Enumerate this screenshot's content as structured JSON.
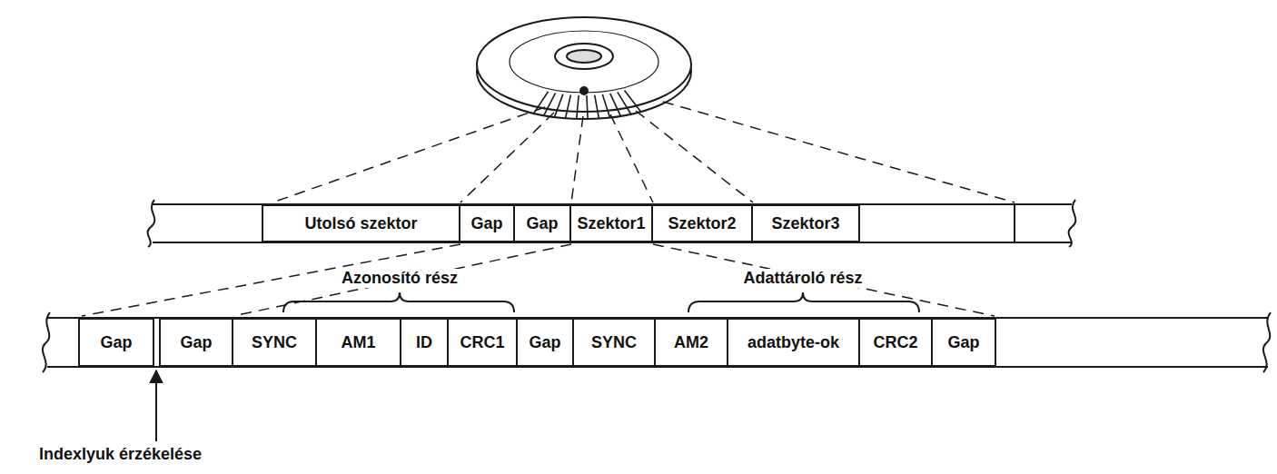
{
  "diagram": {
    "nodes": [
      {
        "text": [
          "Utolsó szektor"
        ]
      },
      {
        "text": [
          "Gap"
        ]
      },
      {
        "text": [
          "Gap"
        ]
      },
      {
        "text": [
          "Szektor1"
        ]
      },
      {
        "text": [
          "Szektor2"
        ]
      },
      {
        "text": [
          "Szektor3"
        ]
      },
      {
        "text": [
          "Gap"
        ]
      },
      {
        "text": [
          "Gap"
        ]
      },
      {
        "text": [
          "SYNC"
        ]
      },
      {
        "text": [
          "AM1"
        ]
      },
      {
        "text": [
          "ID"
        ]
      },
      {
        "text": [
          "CRC1"
        ]
      },
      {
        "text": [
          "Gap"
        ]
      },
      {
        "text": [
          "SYNC"
        ]
      },
      {
        "text": [
          "AM2"
        ]
      },
      {
        "text": [
          "adatbyte-ok"
        ]
      },
      {
        "text": [
          "CRC2"
        ]
      },
      {
        "text": [
          "Gap"
        ]
      }
    ],
    "labels": [
      "Azonosító rész",
      "Adattároló rész",
      "Indexlyuk érzékelése"
    ]
  }
}
